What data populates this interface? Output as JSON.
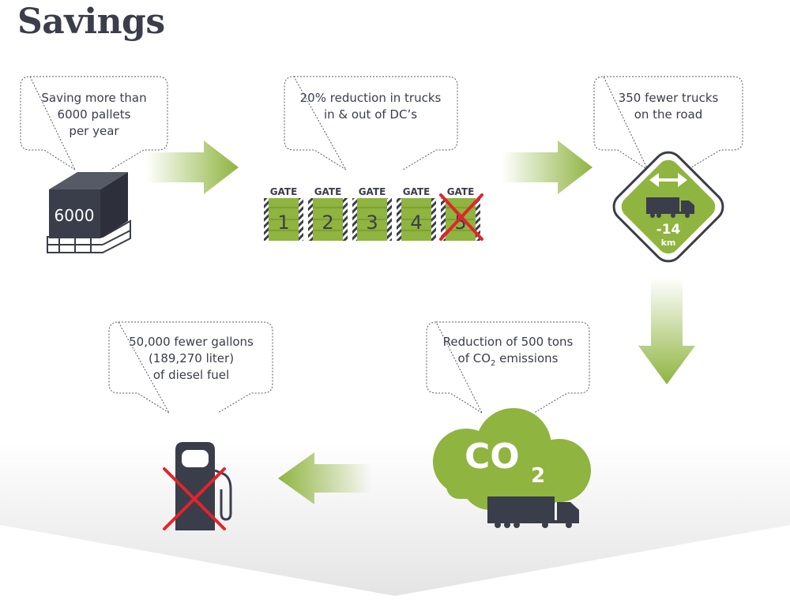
{
  "title": "Savings",
  "steps": [
    {
      "lines": [
        "Saving more than",
        "6000 pallets",
        "per year"
      ],
      "figure": "6000"
    },
    {
      "lines": [
        "20% reduction in trucks",
        "in & out of DC’s"
      ],
      "gate_label": "GATE",
      "gates": [
        "1",
        "2",
        "3",
        "4",
        "5"
      ]
    },
    {
      "lines": [
        "350 fewer trucks",
        "on the road"
      ],
      "distance": "-14",
      "unit": "km"
    },
    {
      "line1": "Reduction of 500 tons",
      "line2_prefix": "of CO",
      "line2_sub": "2",
      "line2_suffix": " emissions",
      "co2_main": "CO",
      "co2_sub": "2"
    },
    {
      "lines": [
        "50,000 fewer gallons",
        "(189,270 liter)",
        "of diesel fuel"
      ]
    }
  ],
  "colors": {
    "green": "#8fb43f",
    "green_light": "#a3c454",
    "dark": "#3a3d4a",
    "red": "#e3242b",
    "bubble_border": "#555a66"
  }
}
